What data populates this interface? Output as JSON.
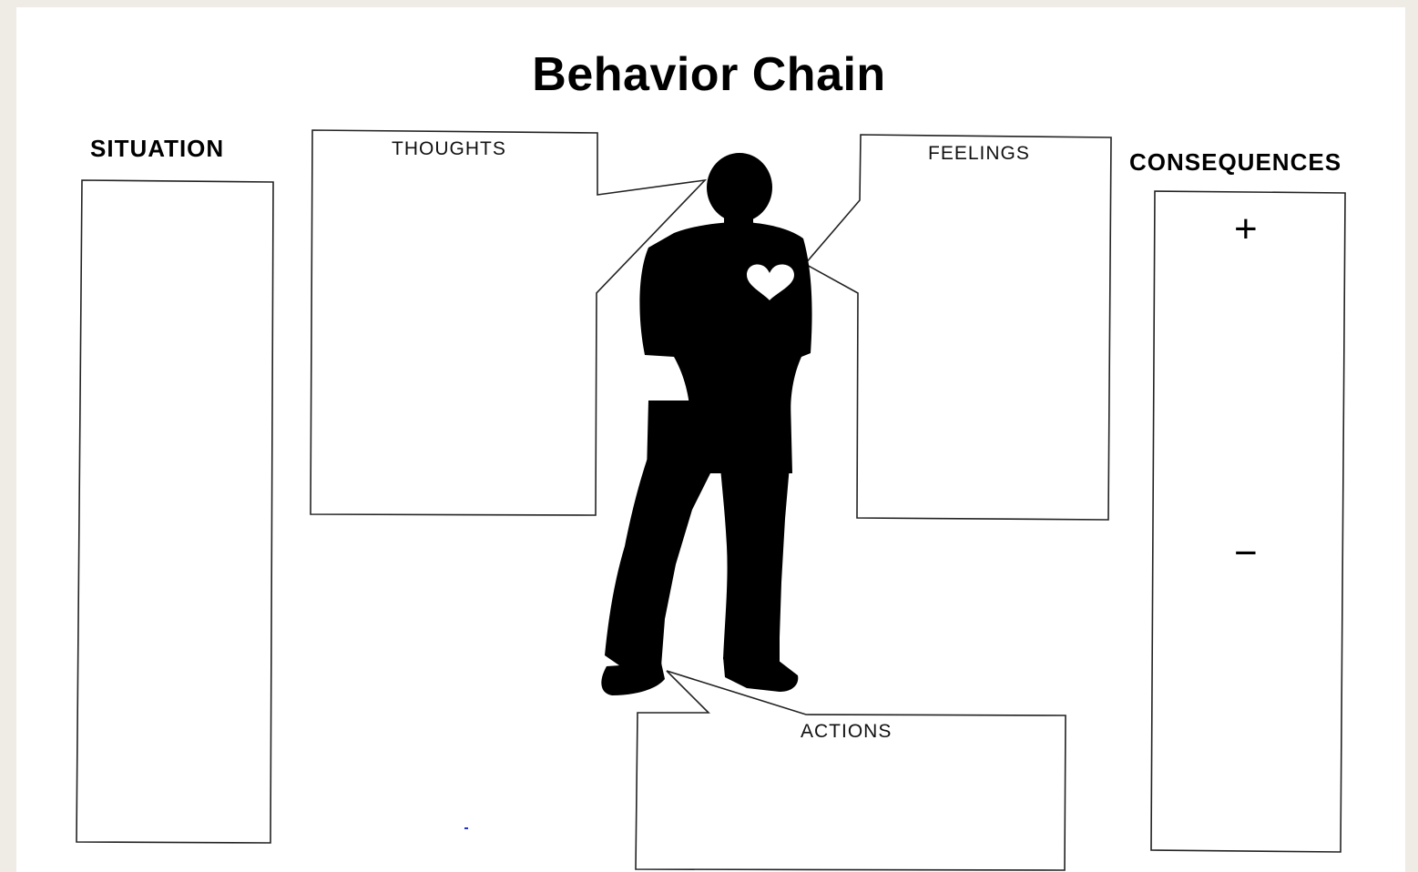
{
  "title": "Behavior Chain",
  "sections": {
    "situation": "SITUATION",
    "consequences": "CONSEQUENCES"
  },
  "callouts": {
    "thoughts": "THOUGHTS",
    "feelings": "FEELINGS",
    "actions": "ACTIONS"
  },
  "consequence_signs": {
    "positive": "+",
    "negative": "−"
  },
  "figure": {
    "icon": "person-silhouette-icon",
    "chest_icon": "heart-icon"
  }
}
